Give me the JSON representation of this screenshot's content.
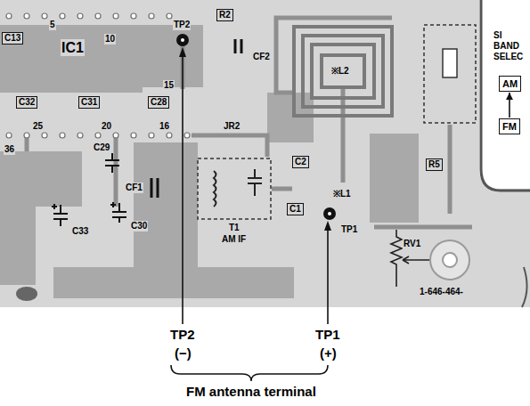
{
  "diagram": {
    "nodes": [
      {
        "text": [
          "C13"
        ]
      },
      {
        "text": [
          "R2"
        ]
      },
      {
        "text": [
          "C32"
        ]
      },
      {
        "text": [
          "C31"
        ]
      },
      {
        "text": [
          "C28"
        ]
      },
      {
        "text": [
          "C2"
        ]
      },
      {
        "text": [
          "C1"
        ]
      },
      {
        "text": [
          "R5"
        ]
      },
      {
        "text": [
          "AM"
        ]
      },
      {
        "text": [
          "FM"
        ]
      }
    ],
    "edges": [
      {
        "from": 9,
        "to": 8,
        "arrow": "to"
      }
    ],
    "labels": [
      "5",
      "TP2",
      "IC1",
      "10",
      "CF2",
      "SI BAND SELEC",
      "※L2",
      "15",
      "25",
      "20",
      "16",
      "JR2",
      "36",
      "C29",
      "CF1",
      "※L1",
      "T1",
      "AM IF",
      "TP1",
      "C30",
      "C33",
      "RV1",
      "1-646-464-",
      "TP2",
      "(−)",
      "TP1",
      "(+)",
      "FM antenna terminal"
    ]
  }
}
